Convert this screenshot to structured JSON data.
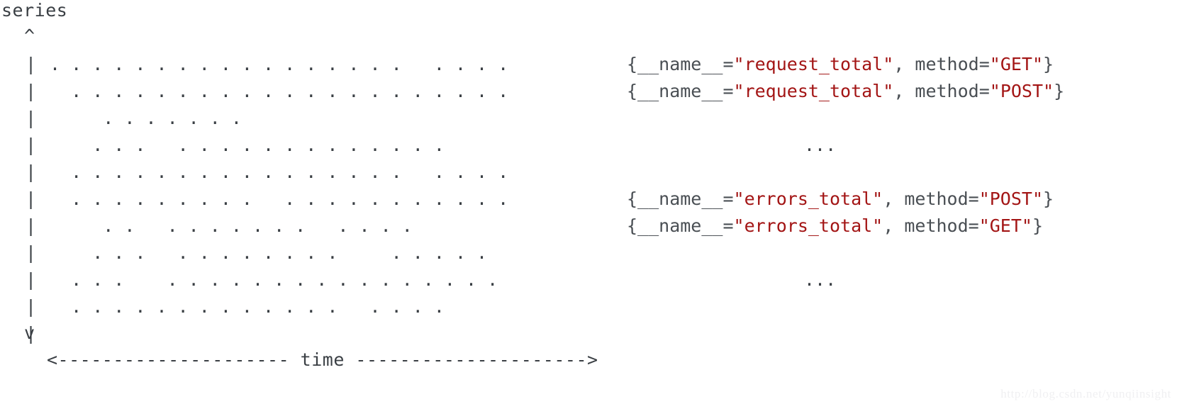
{
  "diagram": {
    "y_axis_label": "series",
    "x_axis_label": "time",
    "up_arrow": "^",
    "down_arrow": "v",
    "tick_glyph": "|",
    "time_axis_line": "<--------------------- time --------------------->",
    "dot_glyph": ".",
    "row_count": 11,
    "dot_rows": [
      ". . . . . . . . . . . . . . . . .   . . . .",
      "  . . . . . . . . . . . . . . . . . . . . .",
      "     . . . . . . .",
      "    . . .   . . . . . . . . . . . . .",
      "  . . . . . . . . . . . . . . . .   . . . .",
      "  . . . . . . . . .   . . . . . . . . . . .",
      "     . .   . . . . . . .   . . . .",
      "    . . .   . . . . . . . .     . . . . .",
      "  . . .    . . . . . . . . . . . . . . . .",
      "  . . . . . . . . . . . . .   . . . .",
      ""
    ]
  },
  "legend": {
    "entries": [
      {
        "row": 0,
        "parts": [
          {
            "text": "{__name__=",
            "kind": "plain"
          },
          {
            "text": "\"request_total\"",
            "kind": "string"
          },
          {
            "text": ", method=",
            "kind": "plain"
          },
          {
            "text": "\"GET\"",
            "kind": "string"
          },
          {
            "text": "}",
            "kind": "plain"
          }
        ]
      },
      {
        "row": 1,
        "parts": [
          {
            "text": "{__name__=",
            "kind": "plain"
          },
          {
            "text": "\"request_total\"",
            "kind": "string"
          },
          {
            "text": ", method=",
            "kind": "plain"
          },
          {
            "text": "\"POST\"",
            "kind": "string"
          },
          {
            "text": "}",
            "kind": "plain"
          }
        ]
      },
      {
        "row": 5,
        "parts": [
          {
            "text": "{__name__=",
            "kind": "plain"
          },
          {
            "text": "\"errors_total\"",
            "kind": "string"
          },
          {
            "text": ", method=",
            "kind": "plain"
          },
          {
            "text": "\"POST\"",
            "kind": "string"
          },
          {
            "text": "}",
            "kind": "plain"
          }
        ]
      },
      {
        "row": 6,
        "parts": [
          {
            "text": "{__name__=",
            "kind": "plain"
          },
          {
            "text": "\"errors_total\"",
            "kind": "string"
          },
          {
            "text": ", method=",
            "kind": "plain"
          },
          {
            "text": "\"GET\"",
            "kind": "string"
          },
          {
            "text": "}",
            "kind": "plain"
          }
        ]
      }
    ],
    "ellipses": [
      {
        "row": 3,
        "text": "..."
      },
      {
        "row": 8,
        "text": "..."
      }
    ]
  },
  "watermark": {
    "text": "http://blog.csdn.net/yunqiinsight"
  },
  "colors": {
    "background": "#ffffff",
    "foreground": "#3a3f44",
    "string_literal": "#a31515",
    "watermark": "#f0f0f2"
  }
}
